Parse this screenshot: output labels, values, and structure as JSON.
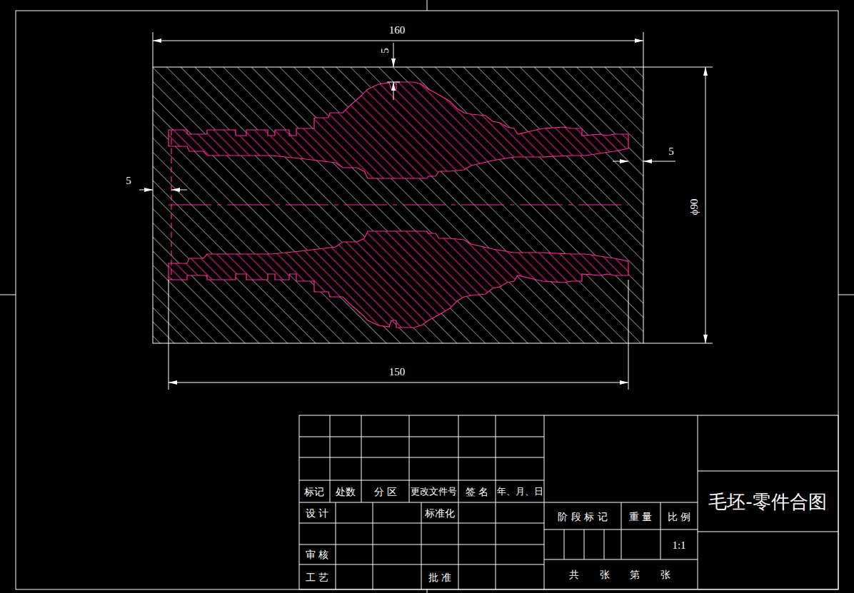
{
  "diagram": {
    "labels": [
      "160",
      "5",
      "5",
      "5",
      "ϕ90",
      "150",
      "标记",
      "处数",
      "分 区",
      "更改文件号",
      "签 名",
      "年、月、日",
      "设 计",
      "标准化",
      "审 核",
      "工 艺",
      "批 准",
      "阶 段 标 记",
      "重 量",
      "比 例",
      "1:1",
      "共 张 第 张",
      "毛坯-零件合图"
    ]
  }
}
